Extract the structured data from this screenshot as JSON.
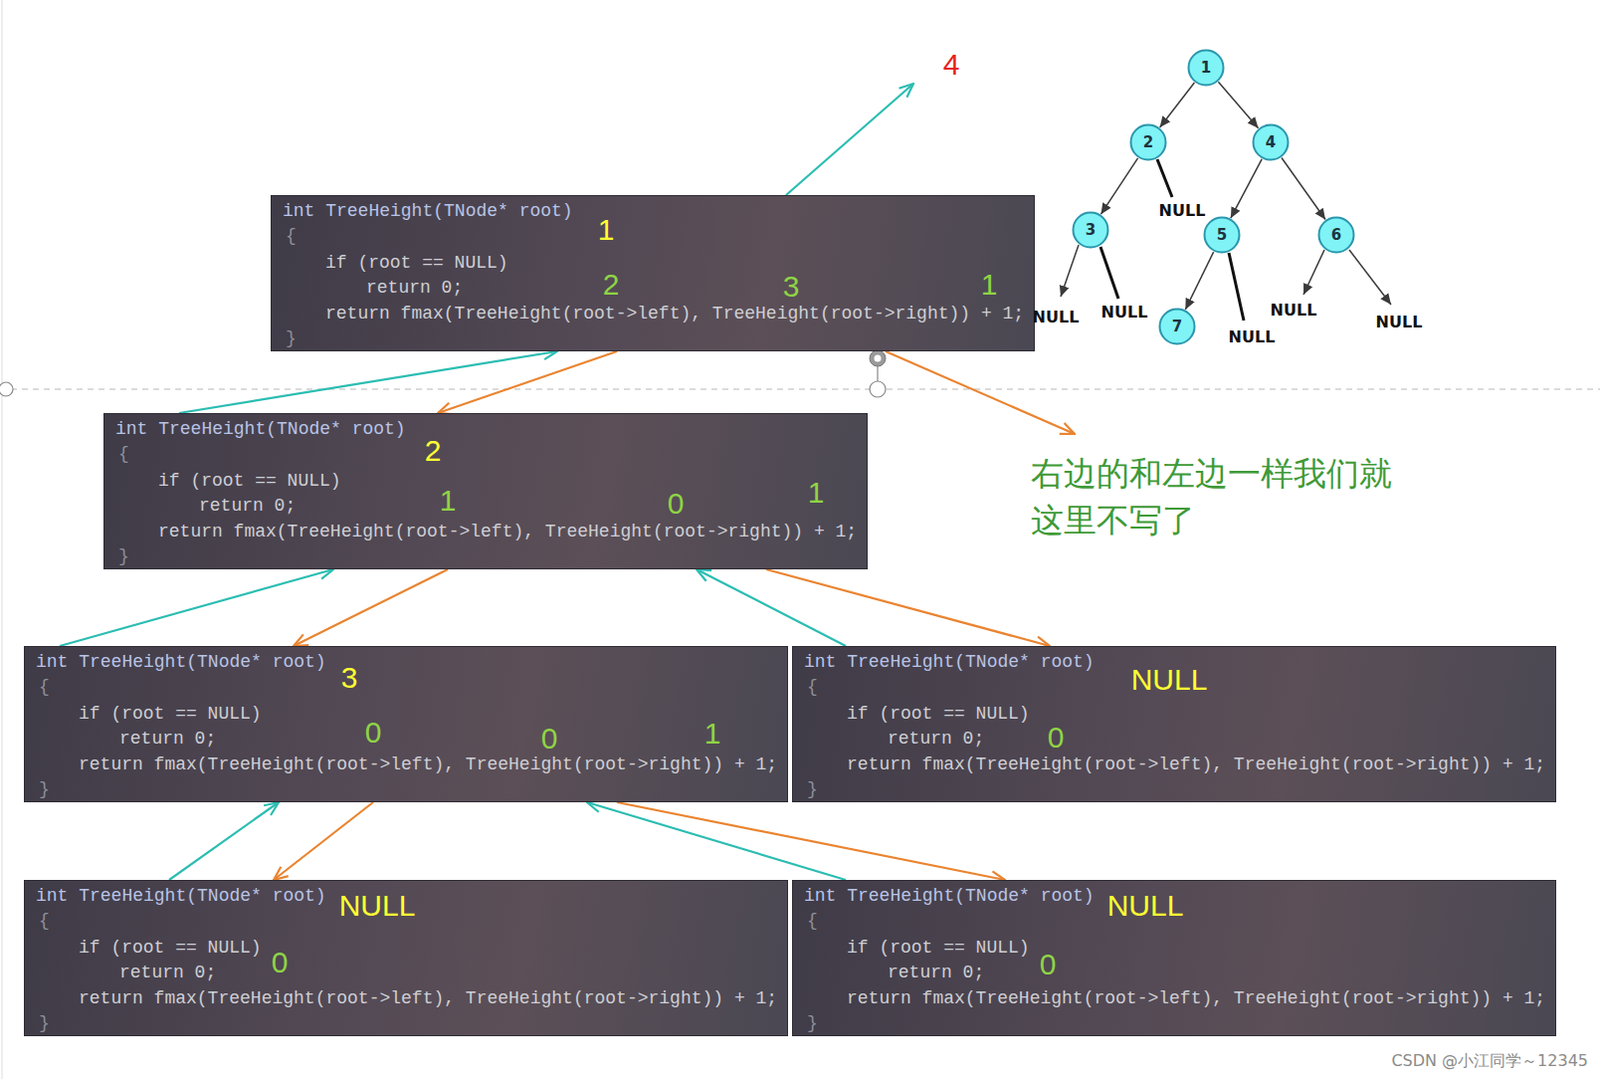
{
  "diagram": {
    "nodes": [
      {
        "text": [
          "1"
        ]
      },
      {
        "text": [
          "2"
        ]
      },
      {
        "text": [
          "4"
        ]
      },
      {
        "text": [
          "3"
        ]
      },
      {
        "text": [
          "5"
        ]
      },
      {
        "text": [
          "6"
        ]
      },
      {
        "text": [
          "7"
        ]
      },
      {
        "text": [
          "int TreeHeight(TNode* root)",
          "{",
          "if (root == NULL)",
          "return 0;",
          "return fmax(TreeHeight(root->left), TreeHeight(root->right)) + 1;",
          "}",
          "1",
          "2",
          "3",
          "1"
        ]
      },
      {
        "text": [
          "int TreeHeight(TNode* root)",
          "{",
          "if (root == NULL)",
          "return 0;",
          "return fmax(TreeHeight(root->left), TreeHeight(root->right)) + 1;",
          "}",
          "2",
          "1",
          "0",
          "1"
        ]
      },
      {
        "text": [
          "int TreeHeight(TNode* root)",
          "{",
          "if (root == NULL)",
          "return 0;",
          "return fmax(TreeHeight(root->left), TreeHeight(root->right)) + 1;",
          "}",
          "3",
          "0",
          "0",
          "1"
        ]
      },
      {
        "text": [
          "int TreeHeight(TNode* root)",
          "{",
          "if (root == NULL)",
          "return 0;",
          "return fmax(TreeHeight(root->left), TreeHeight(root->right)) + 1;",
          "}",
          "NULL",
          "0"
        ]
      },
      {
        "text": [
          "int TreeHeight(TNode* root)",
          "{",
          "if (root == NULL)",
          "return 0;",
          "return fmax(TreeHeight(root->left), TreeHeight(root->right)) + 1;",
          "}",
          "NULL",
          "0"
        ]
      },
      {
        "text": [
          "int TreeHeight(TNode* root)",
          "{",
          "if (root == NULL)",
          "return 0;",
          "return fmax(TreeHeight(root->left), TreeHeight(root->right)) + 1;",
          "}",
          "NULL",
          "0"
        ]
      }
    ],
    "edges": [
      {
        "from": 0,
        "to": 1,
        "arrow": "to"
      },
      {
        "from": 0,
        "to": 2,
        "arrow": "to"
      },
      {
        "from": 1,
        "to": 3,
        "arrow": "to"
      },
      {
        "from": 2,
        "to": 4,
        "arrow": "to"
      },
      {
        "from": 2,
        "to": 5,
        "arrow": "to"
      },
      {
        "from": 4,
        "to": 6,
        "arrow": "to"
      },
      {
        "from": 7,
        "to": 8,
        "arrow": "to"
      },
      {
        "from": 8,
        "to": 7,
        "arrow": "to"
      },
      {
        "from": 8,
        "to": 9,
        "arrow": "to"
      },
      {
        "from": 9,
        "to": 8,
        "arrow": "to"
      },
      {
        "from": 8,
        "to": 10,
        "arrow": "to"
      },
      {
        "from": 10,
        "to": 8,
        "arrow": "to"
      },
      {
        "from": 9,
        "to": 11,
        "arrow": "to"
      },
      {
        "from": 11,
        "to": 9,
        "arrow": "to"
      },
      {
        "from": 9,
        "to": 12,
        "arrow": "to"
      },
      {
        "from": 12,
        "to": 9,
        "arrow": "to"
      }
    ],
    "labels": [
      "4",
      "NULL",
      "NULL",
      "NULL",
      "NULL",
      "NULL",
      "NULL",
      "右边的和左边一样我们就 这里不写了",
      "CSDN @小江同学～12345"
    ]
  }
}
